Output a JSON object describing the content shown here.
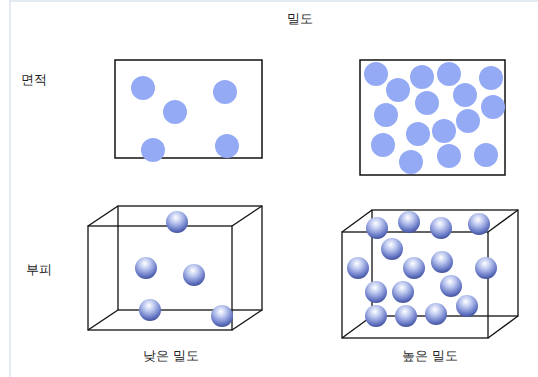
{
  "diagram": {
    "title": "밀도",
    "labels": [
      "면적",
      "부피",
      "낮은 밀도",
      "높은 밀도"
    ]
  }
}
